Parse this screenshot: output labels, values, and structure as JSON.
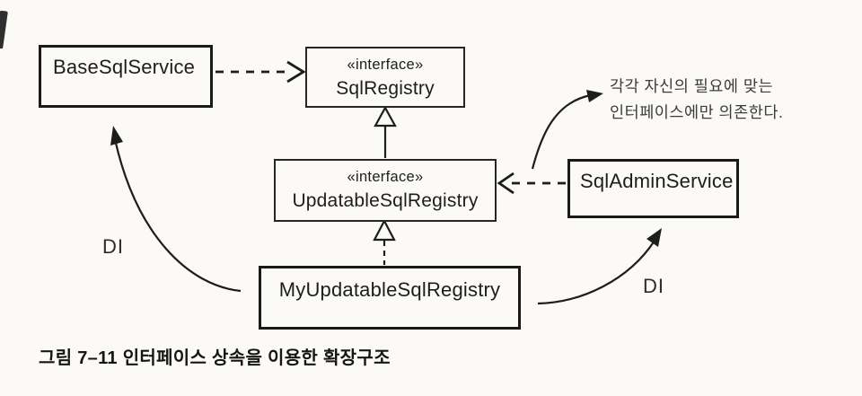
{
  "diagram": {
    "classes": {
      "base": {
        "name": "BaseSqlService"
      },
      "sql_registry": {
        "stereotype": "«interface»",
        "name": "SqlRegistry"
      },
      "updatable": {
        "stereotype": "«interface»",
        "name": "UpdatableSqlRegistry"
      },
      "admin": {
        "name": "SqlAdminService"
      },
      "my_impl": {
        "name": "MyUpdatableSqlRegistry"
      }
    },
    "edge_labels": {
      "di_left": "DI",
      "di_right": "DI"
    },
    "annotation": {
      "line1": "각각 자신의 필요에 맞는",
      "line2": "인터페이스에만 의존한다."
    },
    "caption": "그림 7–11 인터페이스 상속을 이용한 확장구조"
  },
  "colors": {
    "ink": "#1d1d1d",
    "paper": "#fbfaf7",
    "soft": "#3c3c3c"
  }
}
